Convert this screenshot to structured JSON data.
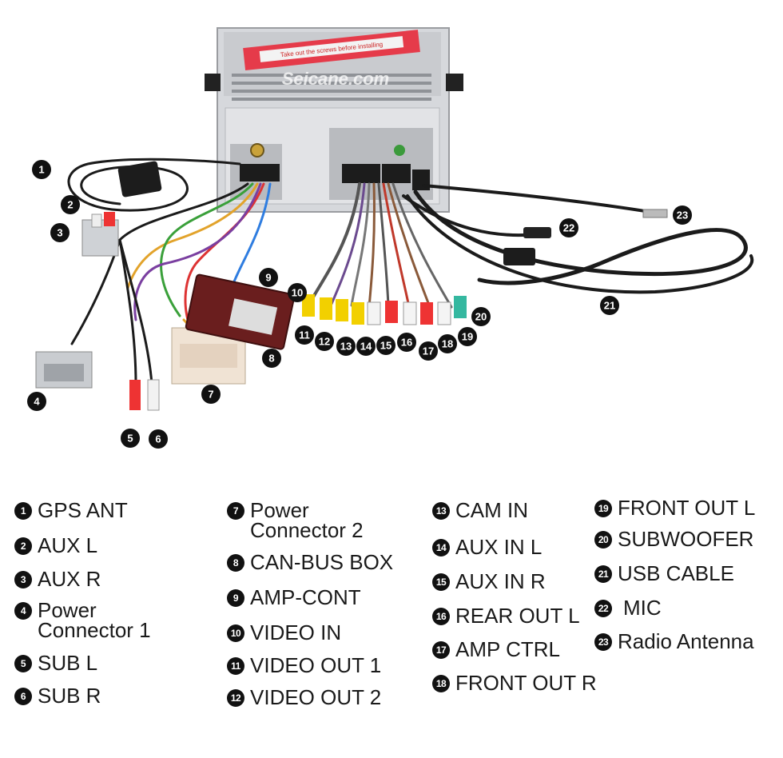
{
  "photo": {
    "watermark": "Seicane.com",
    "sticker": "Take out the screws before installing"
  },
  "legend": [
    {
      "num": "1",
      "label": "GPS ANT"
    },
    {
      "num": "2",
      "label": "AUX L"
    },
    {
      "num": "3",
      "label": "AUX R"
    },
    {
      "num": "4",
      "label": "Power\nConnector 1"
    },
    {
      "num": "5",
      "label": "SUB L"
    },
    {
      "num": "6",
      "label": "SUB R"
    },
    {
      "num": "7",
      "label": "Power\nConnector 2"
    },
    {
      "num": "8",
      "label": "CAN-BUS BOX"
    },
    {
      "num": "9",
      "label": "AMP-CONT"
    },
    {
      "num": "10",
      "label": "VIDEO IN"
    },
    {
      "num": "11",
      "label": "VIDEO OUT 1"
    },
    {
      "num": "12",
      "label": "VIDEO OUT 2"
    },
    {
      "num": "13",
      "label": "CAM IN"
    },
    {
      "num": "14",
      "label": "AUX IN L"
    },
    {
      "num": "15",
      "label": "AUX IN R"
    },
    {
      "num": "16",
      "label": "REAR OUT L"
    },
    {
      "num": "17",
      "label": "AMP CTRL"
    },
    {
      "num": "18",
      "label": "FRONT OUT R"
    },
    {
      "num": "19",
      "label": "FRONT OUT L"
    },
    {
      "num": "20",
      "label": "SUBWOOFER"
    },
    {
      "num": "21",
      "label": "USB CABLE"
    },
    {
      "num": "22",
      "label": "MIC"
    },
    {
      "num": "23",
      "label": "Radio Antenna"
    }
  ]
}
